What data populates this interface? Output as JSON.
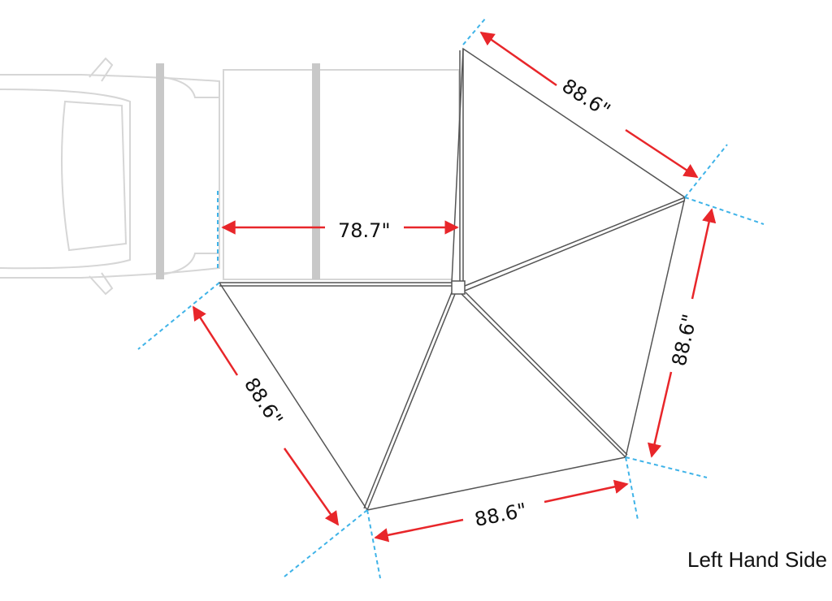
{
  "diagram": {
    "dimensions": {
      "depth": "78.7\"",
      "top_edge": "88.6\"",
      "right_edge": "88.6\"",
      "bottom_edge": "88.6\"",
      "left_edge": "88.6\""
    },
    "caption": "Left Hand Side",
    "colors": {
      "arrow": "#e8262a",
      "guide": "#3fb3e8",
      "outline": "#555555",
      "vehicle": "#d4d4d4"
    }
  }
}
